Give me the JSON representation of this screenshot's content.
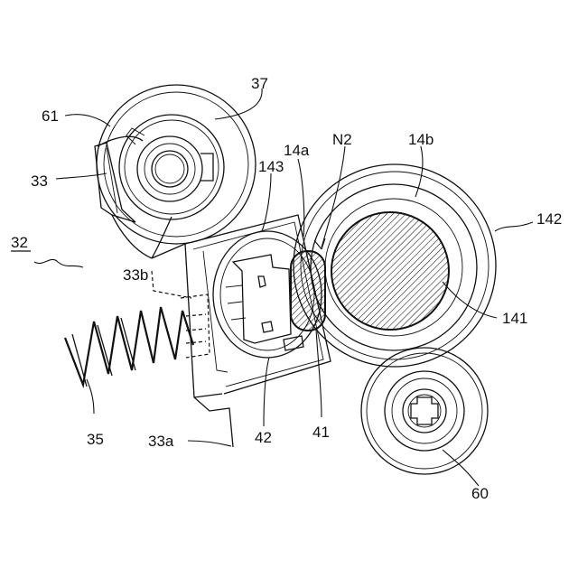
{
  "labels": {
    "l32": "32",
    "l61": "61",
    "l37": "37",
    "l33": "33",
    "l33b": "33b",
    "l35": "35",
    "l33a": "33a",
    "l143": "143",
    "l14a": "14a",
    "lN2": "N2",
    "l14b": "14b",
    "l142": "142",
    "l141": "141",
    "l42": "42",
    "l41": "41",
    "l60": "60"
  }
}
